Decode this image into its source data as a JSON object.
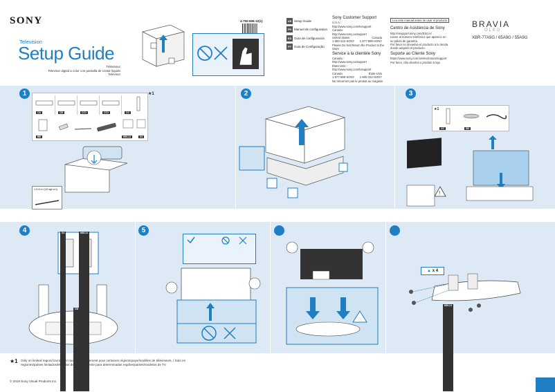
{
  "header": {
    "brand": "SONY",
    "product": "Television",
    "title": "Setup Guide",
    "subtitle_lines": [
      "Téléviseur",
      "Televisor digital a color con pantalla de cristal líquido",
      "Televisor"
    ],
    "part_number": "4-750-696-12(1)"
  },
  "languages": [
    {
      "code": "US",
      "label": "Setup Guide"
    },
    {
      "code": "FR",
      "label": "Manuel de configuration"
    },
    {
      "code": "ES",
      "label": "Guía de configuración"
    },
    {
      "code": "PT",
      "label": "Guia de Configuração"
    }
  ],
  "support_en": {
    "heading": "Sony Customer Support",
    "lines": [
      "U.S.A.:",
      "http://www.sony.com/tvsupport",
      "Canada:",
      "http://www.sony.ca/support"
    ],
    "contact_left": [
      "United States",
      "1-800-222-SONY"
    ],
    "contact_right": [
      "Canada",
      "1-877-899-SONY"
    ],
    "notice": "Please Do Not Return the Product to the Store"
  },
  "support_fr": {
    "heading": "Service à la clientèle Sony",
    "lines": [
      "Canada :",
      "http://www.sony.ca/support",
      "États-Unis :",
      "http://www.sony.com/tvsupport"
    ],
    "contact_left": [
      "Canada",
      "1-877-899-SONY"
    ],
    "contact_right": [
      "États-Unis",
      "1-800-222-SONY"
    ],
    "notice": "Ne retournez pas le produit au magasin"
  },
  "support_es": {
    "boxed": "Lea este manual antes de usar el producto",
    "heading": "Centro de Asistencia de Sony",
    "lines": [
      "http://esupport.sony.com/ES/LA/",
      "Llame al número telefónico que aparece en",
      "su póliza de garantía.",
      "Por favor no devuelva el producto a la tienda",
      "donde adquirió el producto."
    ]
  },
  "support_pt": {
    "heading": "Suporte ao Cliente Sony",
    "lines": [
      "https://www.sony.com.br/electronics/support",
      "Por favor, não devolva o produto à loja"
    ]
  },
  "model_info": {
    "series": "BRAVIA",
    "technology": "OLED",
    "models": "XBR-77A9G / 65A9G / 55A9G"
  },
  "steps": {
    "s1": "1",
    "s2": "2",
    "s3": "3",
    "s4": "4",
    "s5": "5"
  },
  "parts_row1": [
    "CA",
    "CB",
    "CC1",
    "CC2",
    "CC"
  ],
  "parts_row2": [
    "BB",
    "",
    "",
    "",
    "M5L14",
    "S4"
  ],
  "step3_parts": [
    "CC",
    "SB",
    ""
  ],
  "step4_labels": [
    "S4",
    "M5L14",
    "CB"
  ],
  "step7_labels": {
    "count": "x 4",
    "screw": "M5L14"
  },
  "torque": "1.5 N·m {15 kgf·cm}",
  "asterisk": "★1",
  "note": "Only on limited region/country/TV model. / Uniquement pour certaines régions/pays/modèles de téléviseurs. / Solo en regiones/países limitados/Modelos de TV. / Somente para determinadas regiões/países/modelos de TV.",
  "copyright": "© 2019 Sony Visual Products Inc.",
  "colors": {
    "accent": "#1f7fc2",
    "band": "#dde9f5"
  }
}
